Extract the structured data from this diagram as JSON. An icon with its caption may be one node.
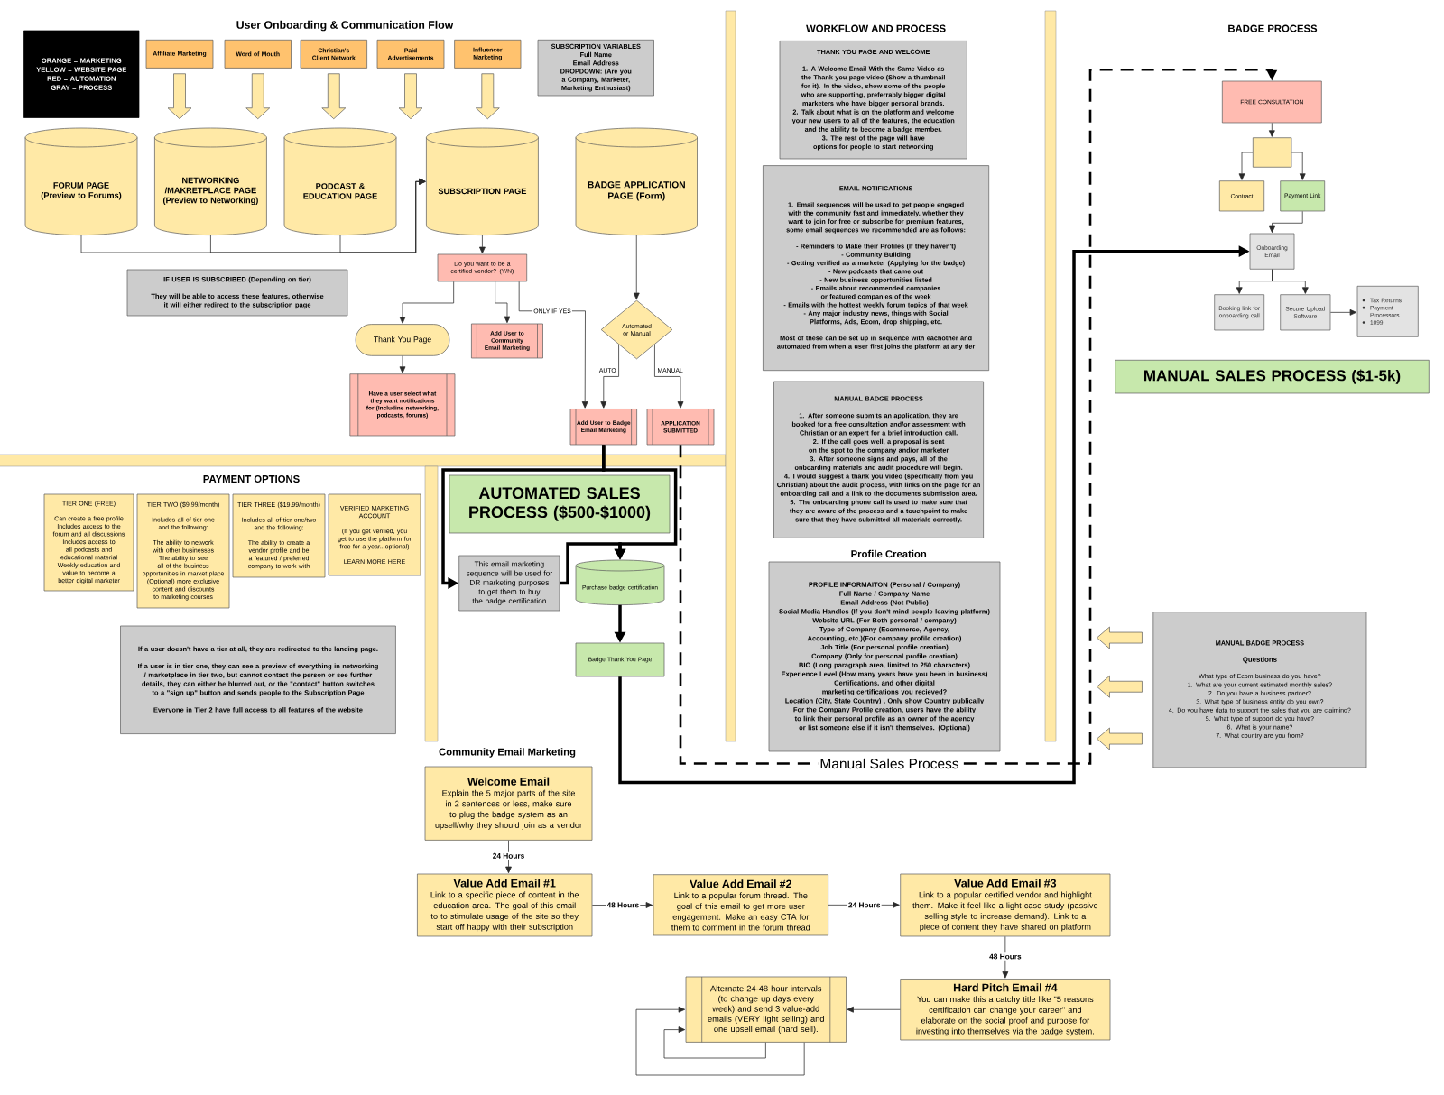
{
  "diagram": {
    "nodes": [
      {
        "text": [
          "ORANGE = MARKETING",
          "YELLOW = WEBSITE PAGE",
          "RED = AUTOMATION",
          "GRAY = PROCESS"
        ]
      },
      {
        "text": [
          "Affiliate Marketing"
        ]
      },
      {
        "text": [
          "Word of Mouth"
        ]
      },
      {
        "text": [
          "Christian's Client Network"
        ]
      },
      {
        "text": [
          "Paid Advertisements"
        ]
      },
      {
        "text": [
          "Influencer Marketing"
        ]
      },
      {
        "text": [
          "SUBSCRIPTION VARIABLES",
          "Full Name",
          "Email Address",
          "DROPDOWN: (Are you a Company, Marketer, Marketing Enthusiast)"
        ]
      },
      {
        "text": [
          "FORUM PAGE",
          "(Preview to Forums)"
        ]
      },
      {
        "text": [
          "NETWORKING /MAKRETPLACE PAGE",
          "(Preview to Networking)"
        ]
      },
      {
        "text": [
          "PODCAST & EDUCATION PAGE"
        ]
      },
      {
        "text": [
          "SUBSCRIPTION PAGE"
        ]
      },
      {
        "text": [
          "BADGE APPLICATION PAGE (Form)"
        ]
      },
      {
        "text": [
          "IF USER IS SUBSCRIBED (Depending on tier)",
          "They will be able to access these features, otherwise it will either redirect to the subscription page"
        ]
      },
      {
        "text": [
          "Do you want to be a certified vendor? (Y/N)"
        ]
      },
      {
        "text": [
          "Thank You Page"
        ]
      },
      {
        "text": [
          "Add User to Community Email Marketing"
        ]
      },
      {
        "text": [
          "Have a user select what they want notifications for (Includine networking, podcasts, forums)"
        ]
      },
      {
        "text": [
          "Automated or Manual"
        ]
      },
      {
        "text": [
          "Add User to Badge Email Marketing"
        ]
      },
      {
        "text": [
          "APPLICATION SUBMITTED"
        ]
      },
      {
        "text": [
          "THANK YOU PAGE AND WELCOME",
          "1. A Welcome Email With the Same Video as the Thank you page video (Show a thumbnail for it). In the video, show some of the people who are supporting, preferrably bigger digital marketers who have bigger personal brands.",
          "2. Talk about what is on the platform and welcome your new users to all of the features, the education and the ability to become a badge member.",
          "3. The rest of the page will have options for people to start networking"
        ]
      },
      {
        "text": [
          "EMAIL NOTIFICATIONS",
          "1. Email sequences will be used to get people engaged with the community fast and immediately, whether they want to join for free or subscribe for premium features, some email sequences we recommended are as follows:",
          "- Reminders to Make their Profiles (If they haven't)",
          "- Community Building",
          "- Getting verified as a marketer (Applying for the badge)",
          "- New podcasts that came out",
          "- New business opportunities listed",
          "- Emails about recommended companies or featured companies of the week",
          "- Emails with the hottest weekly forum topics of that week",
          "- Any major industry news, things with Social Platforms, Ads, Ecom, drop shipping, etc.",
          "Most of these can be set up in sequence with eachother and automated from when a user first joins the platform at any tier"
        ]
      },
      {
        "text": [
          "MANUAL BADGE PROCESS",
          "1. After someone submits an application, they are booked for a free consultation and/or assessment with Christian or an expert for a brief introduction call.",
          "2. If the call goes well, a proposal is sent on the spot to the company and/or marketer",
          "3. After someone signs and pays, all of the onboarding materials and audit procedure will begin.",
          "4. I would suggest a thank you video (specifically from you Christian) about the audit process, with links on the page for an onboarding call and a link to the documents submission area.",
          "5. The onboarding phone call is used to make sure that they are aware of the process and a touchpoint to make sure that they have submitted all materials correctly."
        ]
      },
      {
        "text": [
          "PROFILE INFORMAITON (Personal / Company)",
          "Full Name / Company Name",
          "Email Address (Not Public)",
          "Social Media Handles (If you don't mind people leaving platform)",
          "Website URL (For Both personal / company)",
          "Type of Company (Ecommerce, Agency, Accounting, etc.)(For company profile creation)",
          "Job Title (For personal profile creation)",
          "Company (Only for personal profile creation)",
          "BIO (Long paragraph area, limited to 250 characters)",
          "Experience Level (How many years have you been in business)",
          "Certifications, and other digital marketing certifications you recieved?",
          "Location (City, State Country) , Only show Country publically",
          "For the Company Profile creation, users have the ability to link their personal profile as an owner of the agency or list someone else if it isn't themselves. (Optional)"
        ]
      },
      {
        "text": [
          "FREE CONSULTATION"
        ]
      },
      {
        "text": [],
        "shape": "box"
      },
      {
        "text": [
          "Contract"
        ]
      },
      {
        "text": [
          "Payment Link"
        ]
      },
      {
        "text": [
          "Onboarding Email"
        ]
      },
      {
        "text": [
          "Booking link for onboarding call"
        ]
      },
      {
        "text": [
          "Secure Upload Software"
        ]
      },
      {
        "text": [
          "Tax Returns",
          "Payment Processors",
          "1099"
        ]
      },
      {
        "text": [
          "MANUAL SALES PROCESS ($1-5k)"
        ]
      },
      {
        "text": [
          "TIER ONE (FREE)",
          "Can create a free profile",
          "Includes access to the forum and all discussions",
          "Includes access to all podcasts and educational material",
          "Weekly education and value to become a better digital marketer"
        ]
      },
      {
        "text": [
          "TIER TWO ($9.99/month)",
          "Includes all of tier one and the following:",
          "The ability to network with other businesses",
          "The ability to see all of the business opportunities in market place",
          "(Optional) more exclusive content and discounts to marketing courses"
        ]
      },
      {
        "text": [
          "TIER THREE ($19.99/month)",
          "Includes all of tier one/two and the following:",
          "The ability to create a vendor profile and be a featured / preferred company to work with"
        ]
      },
      {
        "text": [
          "VERIFIED MARKETING ACCOUNT",
          "(If you get verified, you get to use the platform for free for a year...optional)",
          "LEARN MORE HERE"
        ]
      },
      {
        "text": [
          "If a user doesn't have a tier at all, they are redirected to the landing page.",
          "If a user is in tier one, they can see a preview of everything in networking / marketplace in tier two, but cannot contact the person or see further details, they can either be blurred out, or the \"contact\" button switches to a \"sign up\" button and sends people to the Subscription Page",
          "Everyone in Tier 2 have full access to all features of the website"
        ]
      },
      {
        "text": [
          "AUTOMATED SALES PROCESS ($500-$1000)"
        ]
      },
      {
        "text": [
          "This email marketing sequence will be used for DR marketing purposes to get them to buy the badge certification"
        ]
      },
      {
        "text": [
          "Purchase badge certification"
        ]
      },
      {
        "text": [
          "Badge Thank You Page"
        ]
      },
      {
        "text": [
          "MANUAL BADGE PROCESS",
          "Questions",
          "What type of Ecom business do you have?",
          "1. What are your current estimated monthly sales?",
          "2. Do you have a business partner?",
          "3. What type of business entity do you own?",
          "4. Do you have data to support the sales that you are claiming?",
          "5. What type of support do you have?",
          "6. What is your name?",
          "7. What country are you from?"
        ]
      },
      {
        "text": [
          "Welcome Email",
          "Explain the 5 major parts of the site in 2 sentences or less, make sure to plug the badge system as an upsell/why they should join as a vendor"
        ]
      },
      {
        "text": [
          "Value Add Email #1",
          "Link to a specific piece of content in the education area. The goal of this email to to stimulate usage of the site so they start off happy with their subscription"
        ]
      },
      {
        "text": [
          "Value Add Email #2",
          "Link to a popular forum thread. The goal of this email to get more user engagement. Make an easy CTA for them to comment in the forum thread"
        ]
      },
      {
        "text": [
          "Value Add Email #3",
          "Link to a popular certified vendor and highlight them. Make it feel like a light case-study (passive selling style to increase demand). Link to a piece of content they have shared on platform"
        ]
      },
      {
        "text": [
          "Hard Pitch Email #4",
          "You can make this a catchy title like \"5 reasons certification can change your career\" and elaborate on the social proof and purpose for investing into themselves via the badge system."
        ]
      },
      {
        "text": [
          "Alternate 24-48 hour intervals (to change up days every week) and send 3 value-add emails (VERY light selling) and one upsell email (hard sell)."
        ]
      },
      {
        "text": [],
        "shape": "bar"
      },
      {
        "text": [],
        "shape": "bar"
      },
      {
        "text": [],
        "shape": "bar"
      },
      {
        "text": [],
        "shape": "bar"
      }
    ],
    "edges": [
      {
        "from": 1,
        "to": null,
        "arrow": "to"
      },
      {
        "from": 2,
        "to": null,
        "arrow": "to"
      },
      {
        "from": 3,
        "to": null,
        "arrow": "to"
      },
      {
        "from": 4,
        "to": null,
        "arrow": "to"
      },
      {
        "from": 5,
        "to": null,
        "arrow": "to"
      },
      {
        "from": 7,
        "to": 10,
        "arrow": "to"
      },
      {
        "from": 8,
        "to": 10,
        "arrow": "to"
      },
      {
        "from": 9,
        "to": 10,
        "arrow": "to"
      },
      {
        "from": 10,
        "to": 13,
        "arrow": "to"
      },
      {
        "from": 13,
        "to": 14,
        "arrow": "to"
      },
      {
        "from": 13,
        "to": 15,
        "arrow": "to"
      },
      {
        "from": 13,
        "to": 18,
        "arrow": "to",
        "label": "ONLY IF YES"
      },
      {
        "from": 14,
        "to": 16,
        "arrow": "to"
      },
      {
        "from": 11,
        "to": 17,
        "arrow": "to"
      },
      {
        "from": 17,
        "to": 18,
        "arrow": "to",
        "label": "AUTO"
      },
      {
        "from": 17,
        "to": 19,
        "arrow": "to",
        "label": "MANUAL"
      },
      {
        "from": 18,
        "to": 39,
        "arrow": "to",
        "style": "thick"
      },
      {
        "from": 18,
        "to": 40,
        "arrow": "to",
        "style": "thick"
      },
      {
        "from": 39,
        "to": 40,
        "arrow": "to",
        "style": "thick"
      },
      {
        "from": 40,
        "to": 41,
        "arrow": "to",
        "style": "thick"
      },
      {
        "from": 41,
        "to": 28,
        "arrow": "to",
        "style": "thick"
      },
      {
        "from": 19,
        "to": 24,
        "arrow": "to",
        "style": "dashed",
        "label": "Manual Sales Process"
      },
      {
        "from": 24,
        "to": 25,
        "arrow": "to"
      },
      {
        "from": 25,
        "to": 26,
        "arrow": "to"
      },
      {
        "from": 25,
        "to": 27,
        "arrow": "to"
      },
      {
        "from": 27,
        "to": 28,
        "arrow": "to"
      },
      {
        "from": 28,
        "to": 29,
        "arrow": "to"
      },
      {
        "from": 28,
        "to": 30,
        "arrow": "to"
      },
      {
        "from": 30,
        "to": 31,
        "arrow": "to"
      },
      {
        "from": 42,
        "to": null,
        "arrow": "to"
      },
      {
        "from": 42,
        "to": null,
        "arrow": "to"
      },
      {
        "from": 42,
        "to": null,
        "arrow": "to"
      },
      {
        "from": 43,
        "to": 44,
        "arrow": "to",
        "label": "24 Hours"
      },
      {
        "from": 44,
        "to": 45,
        "arrow": "to",
        "label": "48 Hours"
      },
      {
        "from": 45,
        "to": 46,
        "arrow": "to",
        "label": "24 Hours"
      },
      {
        "from": 46,
        "to": 47,
        "arrow": "to",
        "label": "48 Hours"
      },
      {
        "from": 47,
        "to": 48,
        "arrow": "to"
      },
      {
        "from": 48,
        "to": 48,
        "arrow": "to"
      },
      {
        "from": 48,
        "to": 48,
        "arrow": "to"
      }
    ],
    "labels": [
      "User Onboarding & Communication Flow",
      "WORKFLOW AND PROCESS",
      "BADGE PROCESS",
      "PAYMENT OPTIONS",
      "Profile Creation",
      "Community Email Marketing"
    ]
  }
}
